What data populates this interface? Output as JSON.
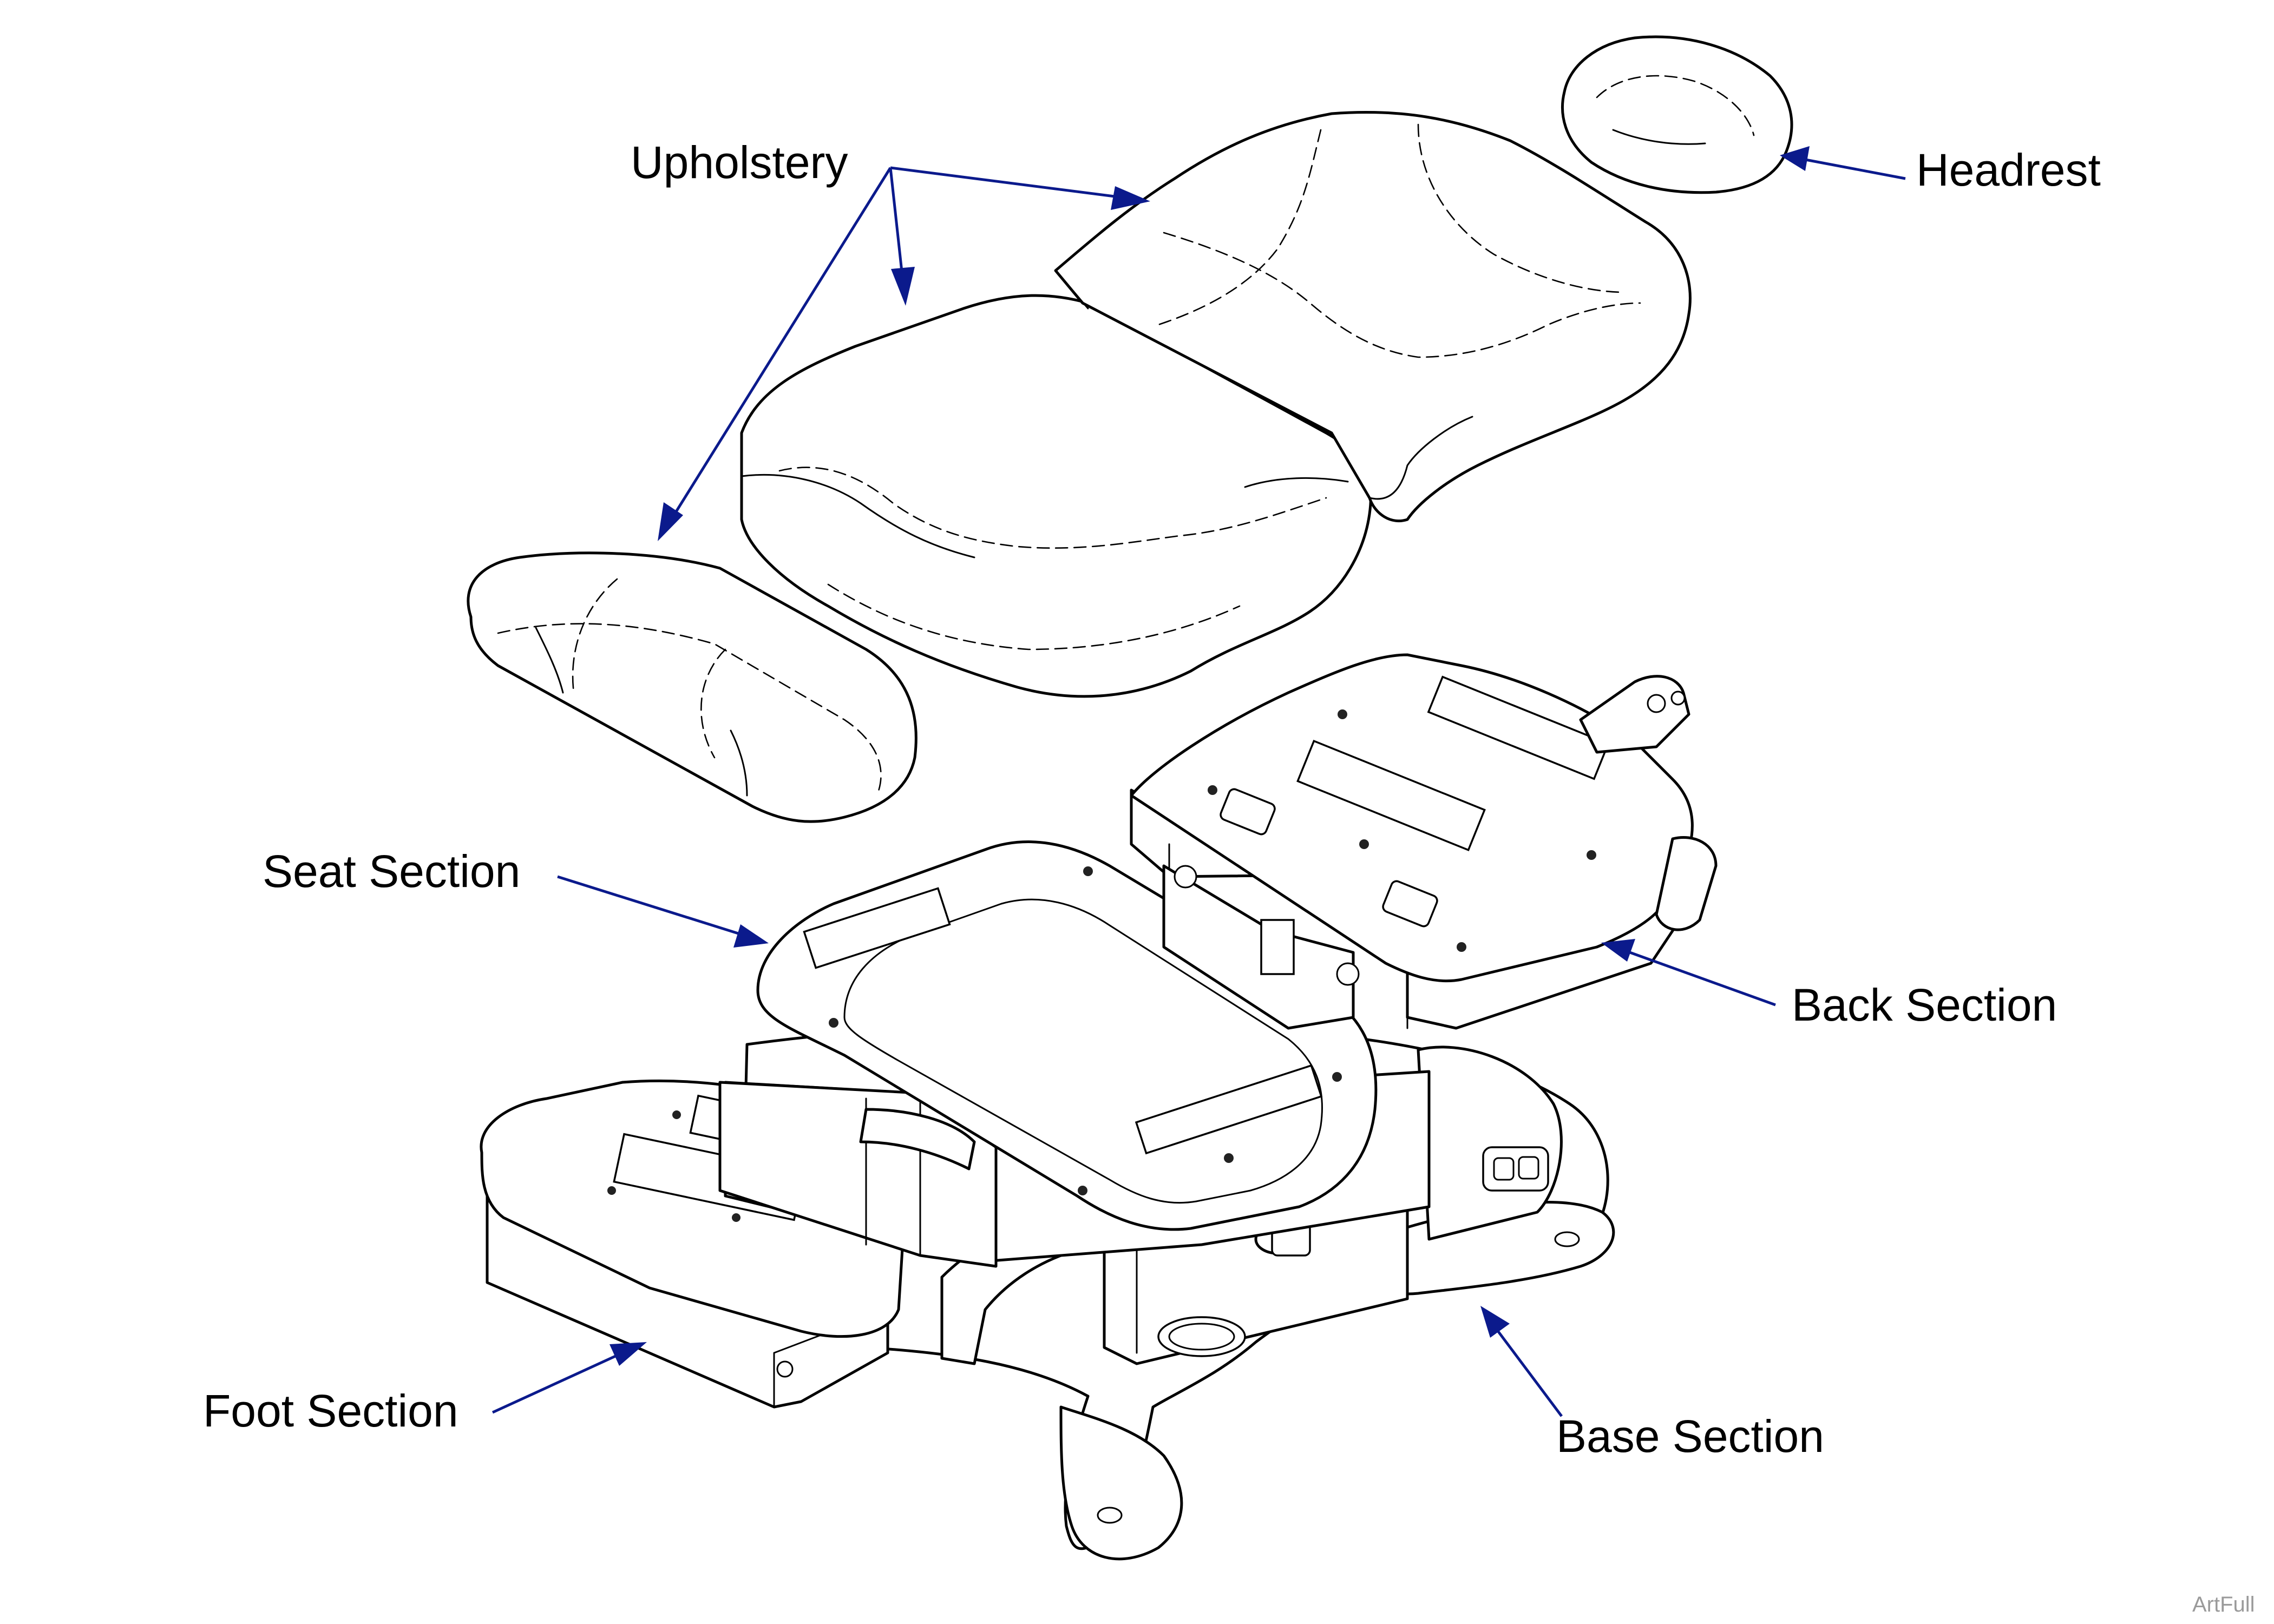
{
  "labels": {
    "upholstery": "Upholstery",
    "headrest": "Headrest",
    "seat_section": "Seat Section",
    "back_section": "Back Section",
    "foot_section": "Foot Section",
    "base_section": "Base Section"
  },
  "watermark": "ArtFull",
  "colors": {
    "leader": "#0b1a8c",
    "line_art": "#000000",
    "background": "#ffffff",
    "watermark": "#9a9a9a"
  }
}
